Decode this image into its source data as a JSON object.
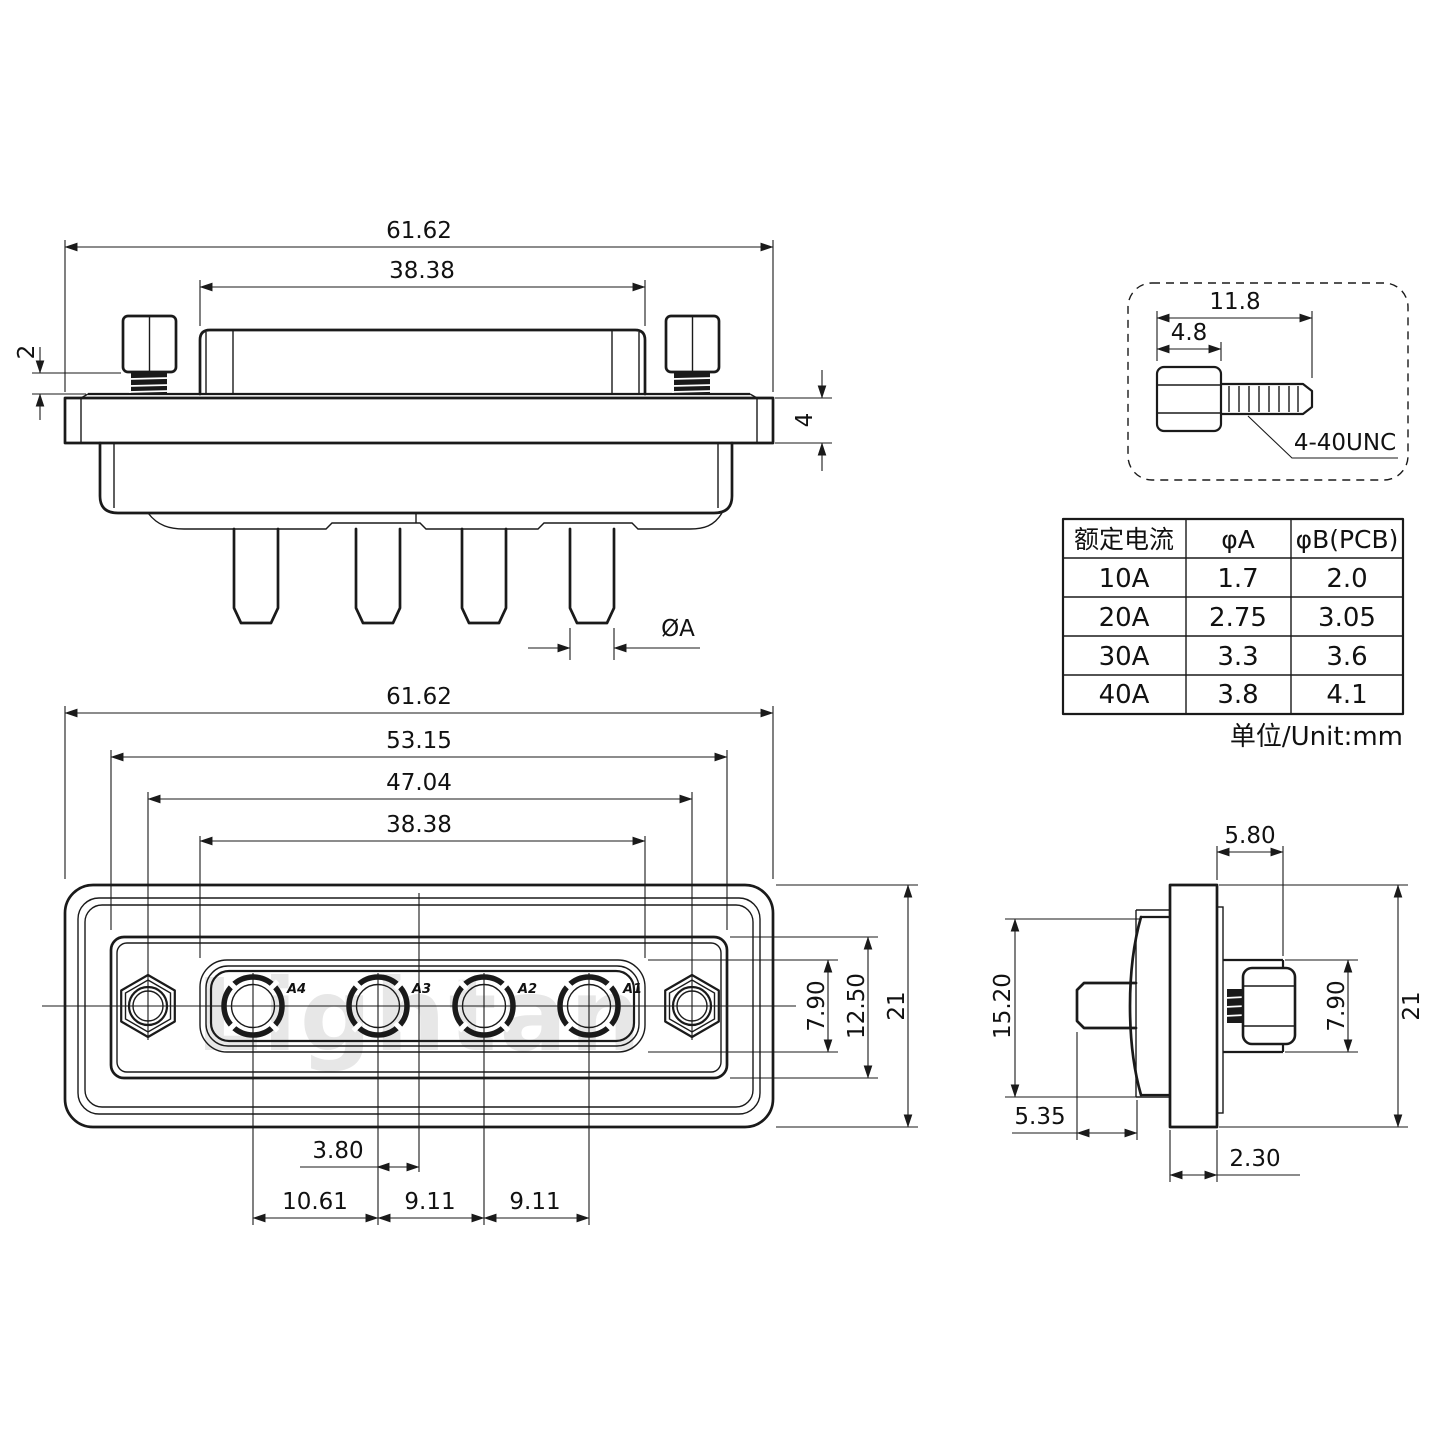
{
  "page": {
    "background": "#ffffff",
    "line_color": "#1a1a1a",
    "watermark": "Lightan",
    "watermark_color": "#e7e7e7",
    "unit_note": "单位/Unit:mm"
  },
  "top_view": {
    "dim_overall_width": "61.62",
    "dim_shell_width": "38.38",
    "dim_screw_standoff": "2",
    "dim_flange_thickness": "4",
    "dim_pin_diameter": "ØA"
  },
  "screw_detail": {
    "dim_overall_length": "11.8",
    "dim_head_length": "4.8",
    "thread_label": "4-40UNC"
  },
  "spec_table": {
    "headers": [
      "额定电流",
      "φA",
      "φB(PCB)"
    ],
    "rows": [
      [
        "10A",
        "1.7",
        "2.0"
      ],
      [
        "20A",
        "2.75",
        "3.05"
      ],
      [
        "30A",
        "3.3",
        "3.6"
      ],
      [
        "40A",
        "3.8",
        "4.1"
      ]
    ]
  },
  "front_view": {
    "dim_overall_width": "61.62",
    "dim_boss_width": "53.15",
    "dim_mount_pitch": "47.04",
    "dim_insert_width": "38.38",
    "dim_insert_height": "7.90",
    "dim_boss_height": "12.50",
    "dim_overall_height": "21",
    "dim_a3_to_center": "3.80",
    "dim_pitch_1": "10.61",
    "dim_pitch_2": "9.11",
    "dim_pitch_3": "9.11",
    "contact_labels": [
      "A4",
      "A3",
      "A2",
      "A1"
    ]
  },
  "side_view": {
    "dim_boss_depth": "5.80",
    "dim_shell_height": "15.20",
    "dim_screwhead_height": "7.90",
    "dim_overall_height": "21",
    "dim_pin_protrusion": "5.35",
    "dim_flange_offset": "2.30"
  }
}
